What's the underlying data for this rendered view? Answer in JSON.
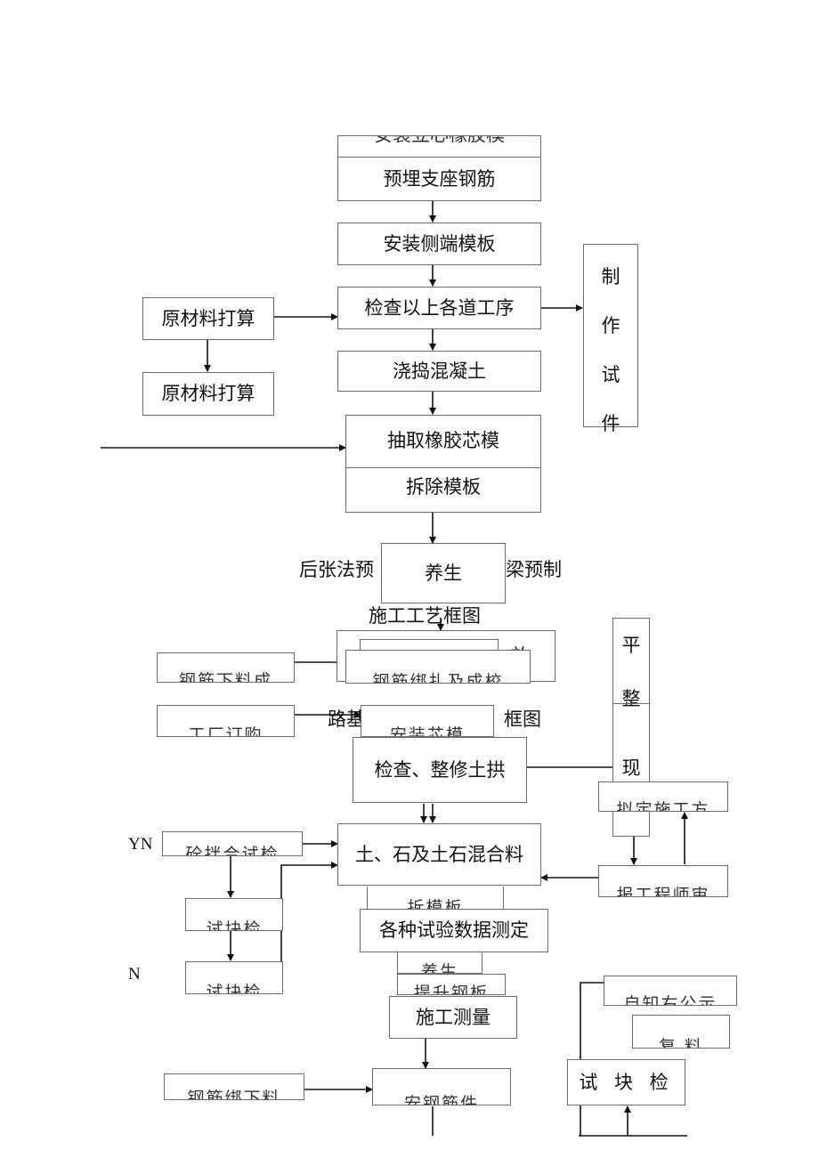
{
  "flowchart_top": {
    "box_partial_top": "安装立心橡胶模",
    "box_embed_rebar": "预埋支座钢筋",
    "box_side_formwork": "安装侧端模板",
    "box_inspect": "检查以上各道工序",
    "box_raw_material_1": "原材料打算",
    "box_raw_material_2": "原材料打算",
    "box_pour_concrete": "浇捣混凝土",
    "box_extract_core": "抽取橡胶芯模",
    "box_remove_formwork": "拆除模板",
    "box_curing": "养生",
    "vertical_make_specimen": [
      "制",
      "作",
      "试",
      "件"
    ]
  },
  "captions": {
    "caption_1_left": "后张法预",
    "caption_1_right": "梁预制",
    "caption_2": "施工工艺框图",
    "caption_3_left": "路基",
    "caption_3_right": "框图"
  },
  "flowchart_bottom": {
    "box_upper_wide_partial": "放",
    "box_rebar_cut_partial": "钢筋下料成",
    "box_rebar_weld_partial": "钢筋绑扎及成校",
    "box_factory_partial": "工厂订购",
    "box_install_core_partial": "安装芯模",
    "box_inspect_arch": "检查、整修土拱",
    "vertical_level_site": [
      "平",
      "整",
      "现"
    ],
    "box_construction_plan_partial": "拟定施工方",
    "box_mix_test_partial": "砼拌合试检",
    "label_yn": "YN",
    "box_soil_stone_mix": "土、石及土石混合料",
    "box_engineer_review_partial": "报工程师审",
    "box_specimen_test_1_partial": "试块检",
    "label_n": "N",
    "box_specimen_test_2_partial": "试块检",
    "box_behind_data_partial": "拆模板",
    "box_test_data": "各种试验数据测定",
    "box_curing_partial": "养生",
    "box_under_survey_partial": "提升钢板",
    "box_construction_survey": "施工测量",
    "box_notify_partial": "自知右公示",
    "box_rebar_blank_partial": "钢筋绑下料",
    "box_install_rebar_partial": "安钢筋件",
    "box_review_partial": "复 料",
    "box_specimen_check": "试 块 检"
  }
}
